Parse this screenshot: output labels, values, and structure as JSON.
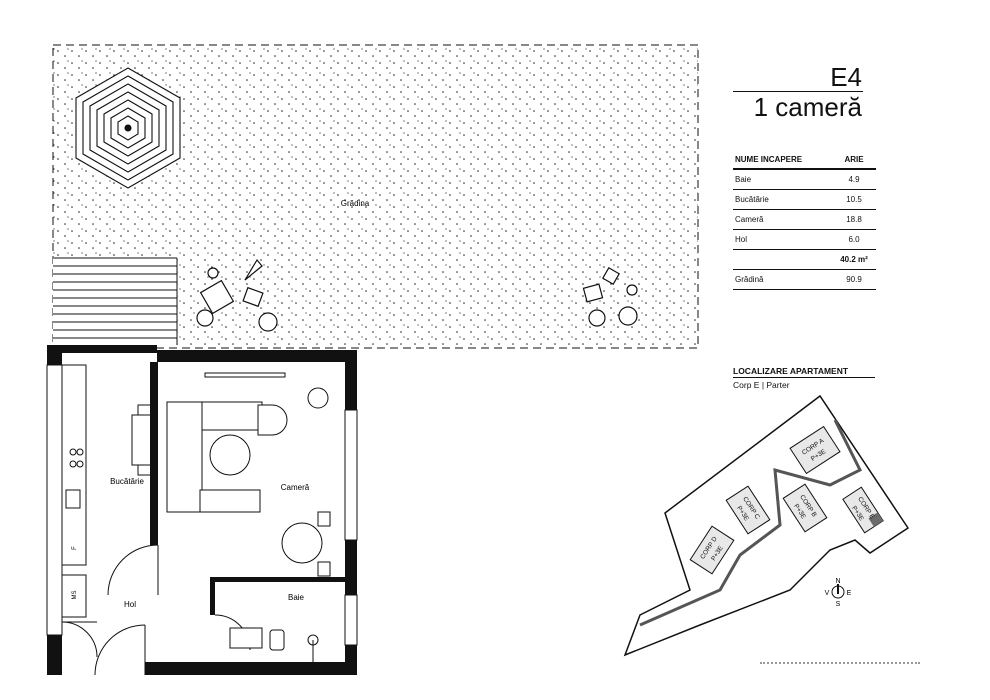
{
  "header": {
    "unit_code": "E4",
    "unit_type": "1 cameră"
  },
  "areas_table": {
    "columns": [
      "NUME INCAPERE",
      "ARIE"
    ],
    "rows": [
      {
        "name": "Baie",
        "area": "4.9"
      },
      {
        "name": "Bucătărie",
        "area": "10.5"
      },
      {
        "name": "Cameră",
        "area": "18.8"
      },
      {
        "name": "Hol",
        "area": "6.0"
      },
      {
        "name": "",
        "area": "40.2 m²"
      },
      {
        "name": "Grădină",
        "area": "90.9"
      }
    ]
  },
  "location": {
    "heading": "LOCALIZARE APARTAMENT",
    "subheading": "Corp E | Parter"
  },
  "floor_plan": {
    "labels": {
      "garden": "Grădina",
      "kitchen": "Bucătărie",
      "living": "Cameră",
      "hall": "Hol",
      "bath": "Baie",
      "fridge": "F",
      "washer": "MS"
    }
  },
  "site_plan": {
    "buildings": [
      {
        "name": "CORP A",
        "floors": "P+3E"
      },
      {
        "name": "CORP B",
        "floors": "P+3E"
      },
      {
        "name": "CORP C",
        "floors": "P+3E"
      },
      {
        "name": "CORP D",
        "floors": "P+3E"
      },
      {
        "name": "CORP E",
        "floors": "P+3E"
      }
    ],
    "compass": {
      "n": "N",
      "e": "E",
      "s": "S",
      "w": "V"
    },
    "highlight_color": "#6b6b6b"
  }
}
